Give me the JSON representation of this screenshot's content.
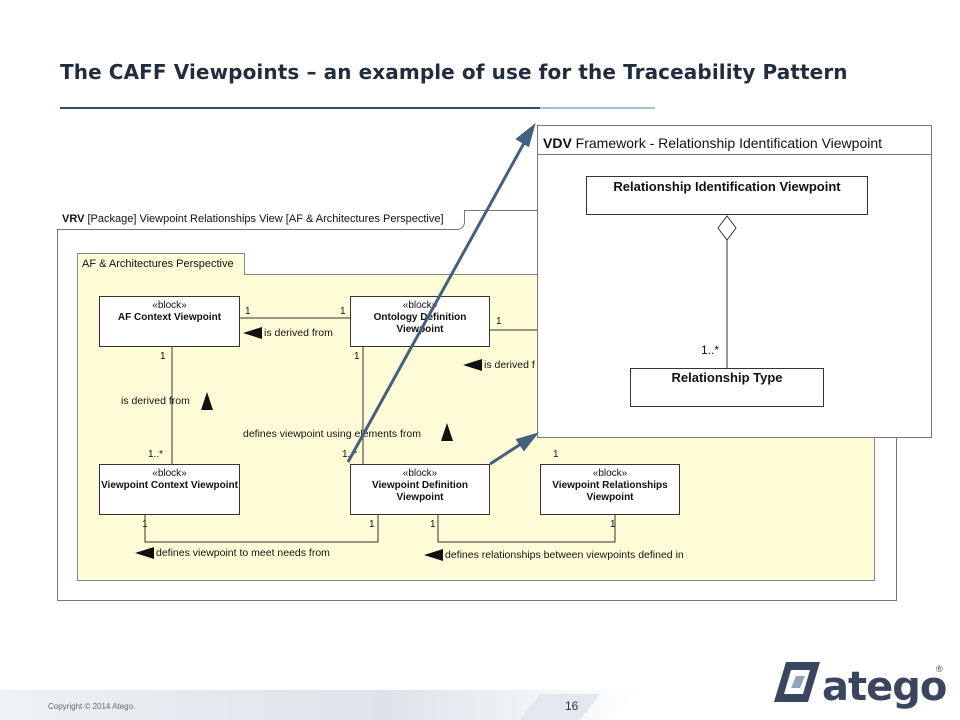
{
  "slide": {
    "title": "The CAFF Viewpoints – an example of use for the Traceability Pattern",
    "page_number": "16",
    "copyright": "Copyright © 2014 Atego.",
    "logo_text": "atego",
    "logo_reg": "®"
  },
  "vrv_diagram": {
    "frame_kind": "VRV",
    "frame_rest": " [Package] Viewpoint Relationships View [AF & Architectures Perspective]",
    "perspective": "AF & Architectures Perspective",
    "blocks": {
      "af_context": {
        "stereotype": "«block»",
        "name": "AF Context Viewpoint"
      },
      "ontology_def": {
        "stereotype": "«block»",
        "name": "Ontology Definition Viewpoint"
      },
      "vp_context": {
        "stereotype": "«block»",
        "name": "Viewpoint Context Viewpoint"
      },
      "vp_def": {
        "stereotype": "«block»",
        "name": "Viewpoint Definition Viewpoint"
      },
      "vp_rel": {
        "stereotype": "«block»",
        "name": "Viewpoint Relationships Viewpoint"
      }
    },
    "labels": {
      "is_derived_from_1": "is derived from",
      "is_derived_from_2": "is derived from",
      "is_derived_from_3": "is derived f",
      "defines_using": "defines viewpoint using elements from",
      "defines_meet": "defines viewpoint to meet needs from",
      "defines_rel": "defines relationships between viewpoints defined in"
    },
    "multiplicities": {
      "m1": "1",
      "m2": "1",
      "m3": "1",
      "m4": "1",
      "m5": "1",
      "m6": "1..*",
      "m7": "1..*",
      "m8": "1",
      "m9": "1",
      "m10": "1",
      "m11": "1",
      "m12": "1"
    }
  },
  "vdv_diagram": {
    "frame_kind": "VDV",
    "frame_rest": " Framework - Relationship Identification Viewpoint",
    "box_top": "Relationship Identification Viewpoint",
    "box_bottom": "Relationship Type",
    "multiplicity": "1..*"
  },
  "colors": {
    "perspective_fill": "#fffdd8",
    "arrow": "#44607f",
    "title": "#1f2d3d"
  },
  "icons": [
    "triangle-arrow-icon",
    "diamond-aggregation-icon",
    "atego-logo-icon"
  ]
}
